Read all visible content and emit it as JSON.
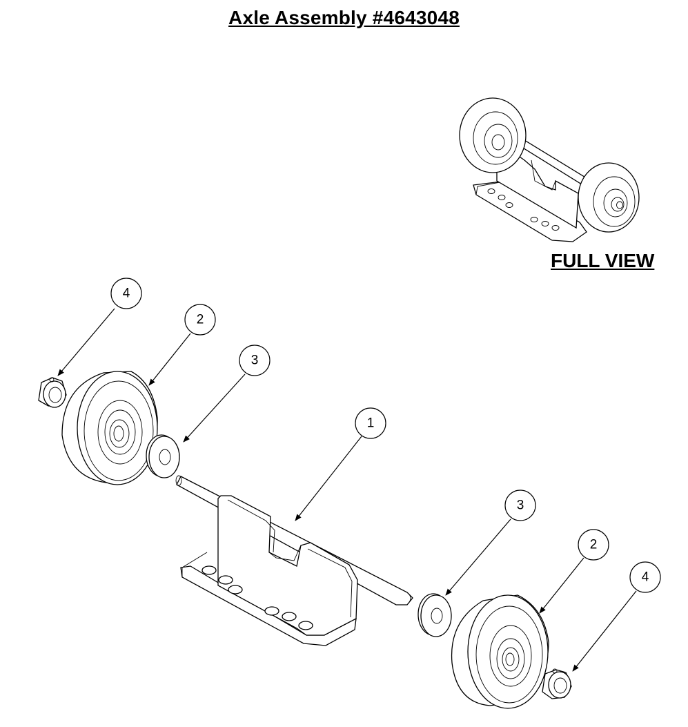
{
  "title": "Axle Assembly #4643048",
  "full_view_label": "FULL VIEW",
  "balloons": {
    "axle_bracket": "1",
    "wheel_left": "2",
    "washer_left": "3",
    "collar_left": "4",
    "wheel_right": "2",
    "washer_right": "3",
    "collar_right": "4"
  }
}
